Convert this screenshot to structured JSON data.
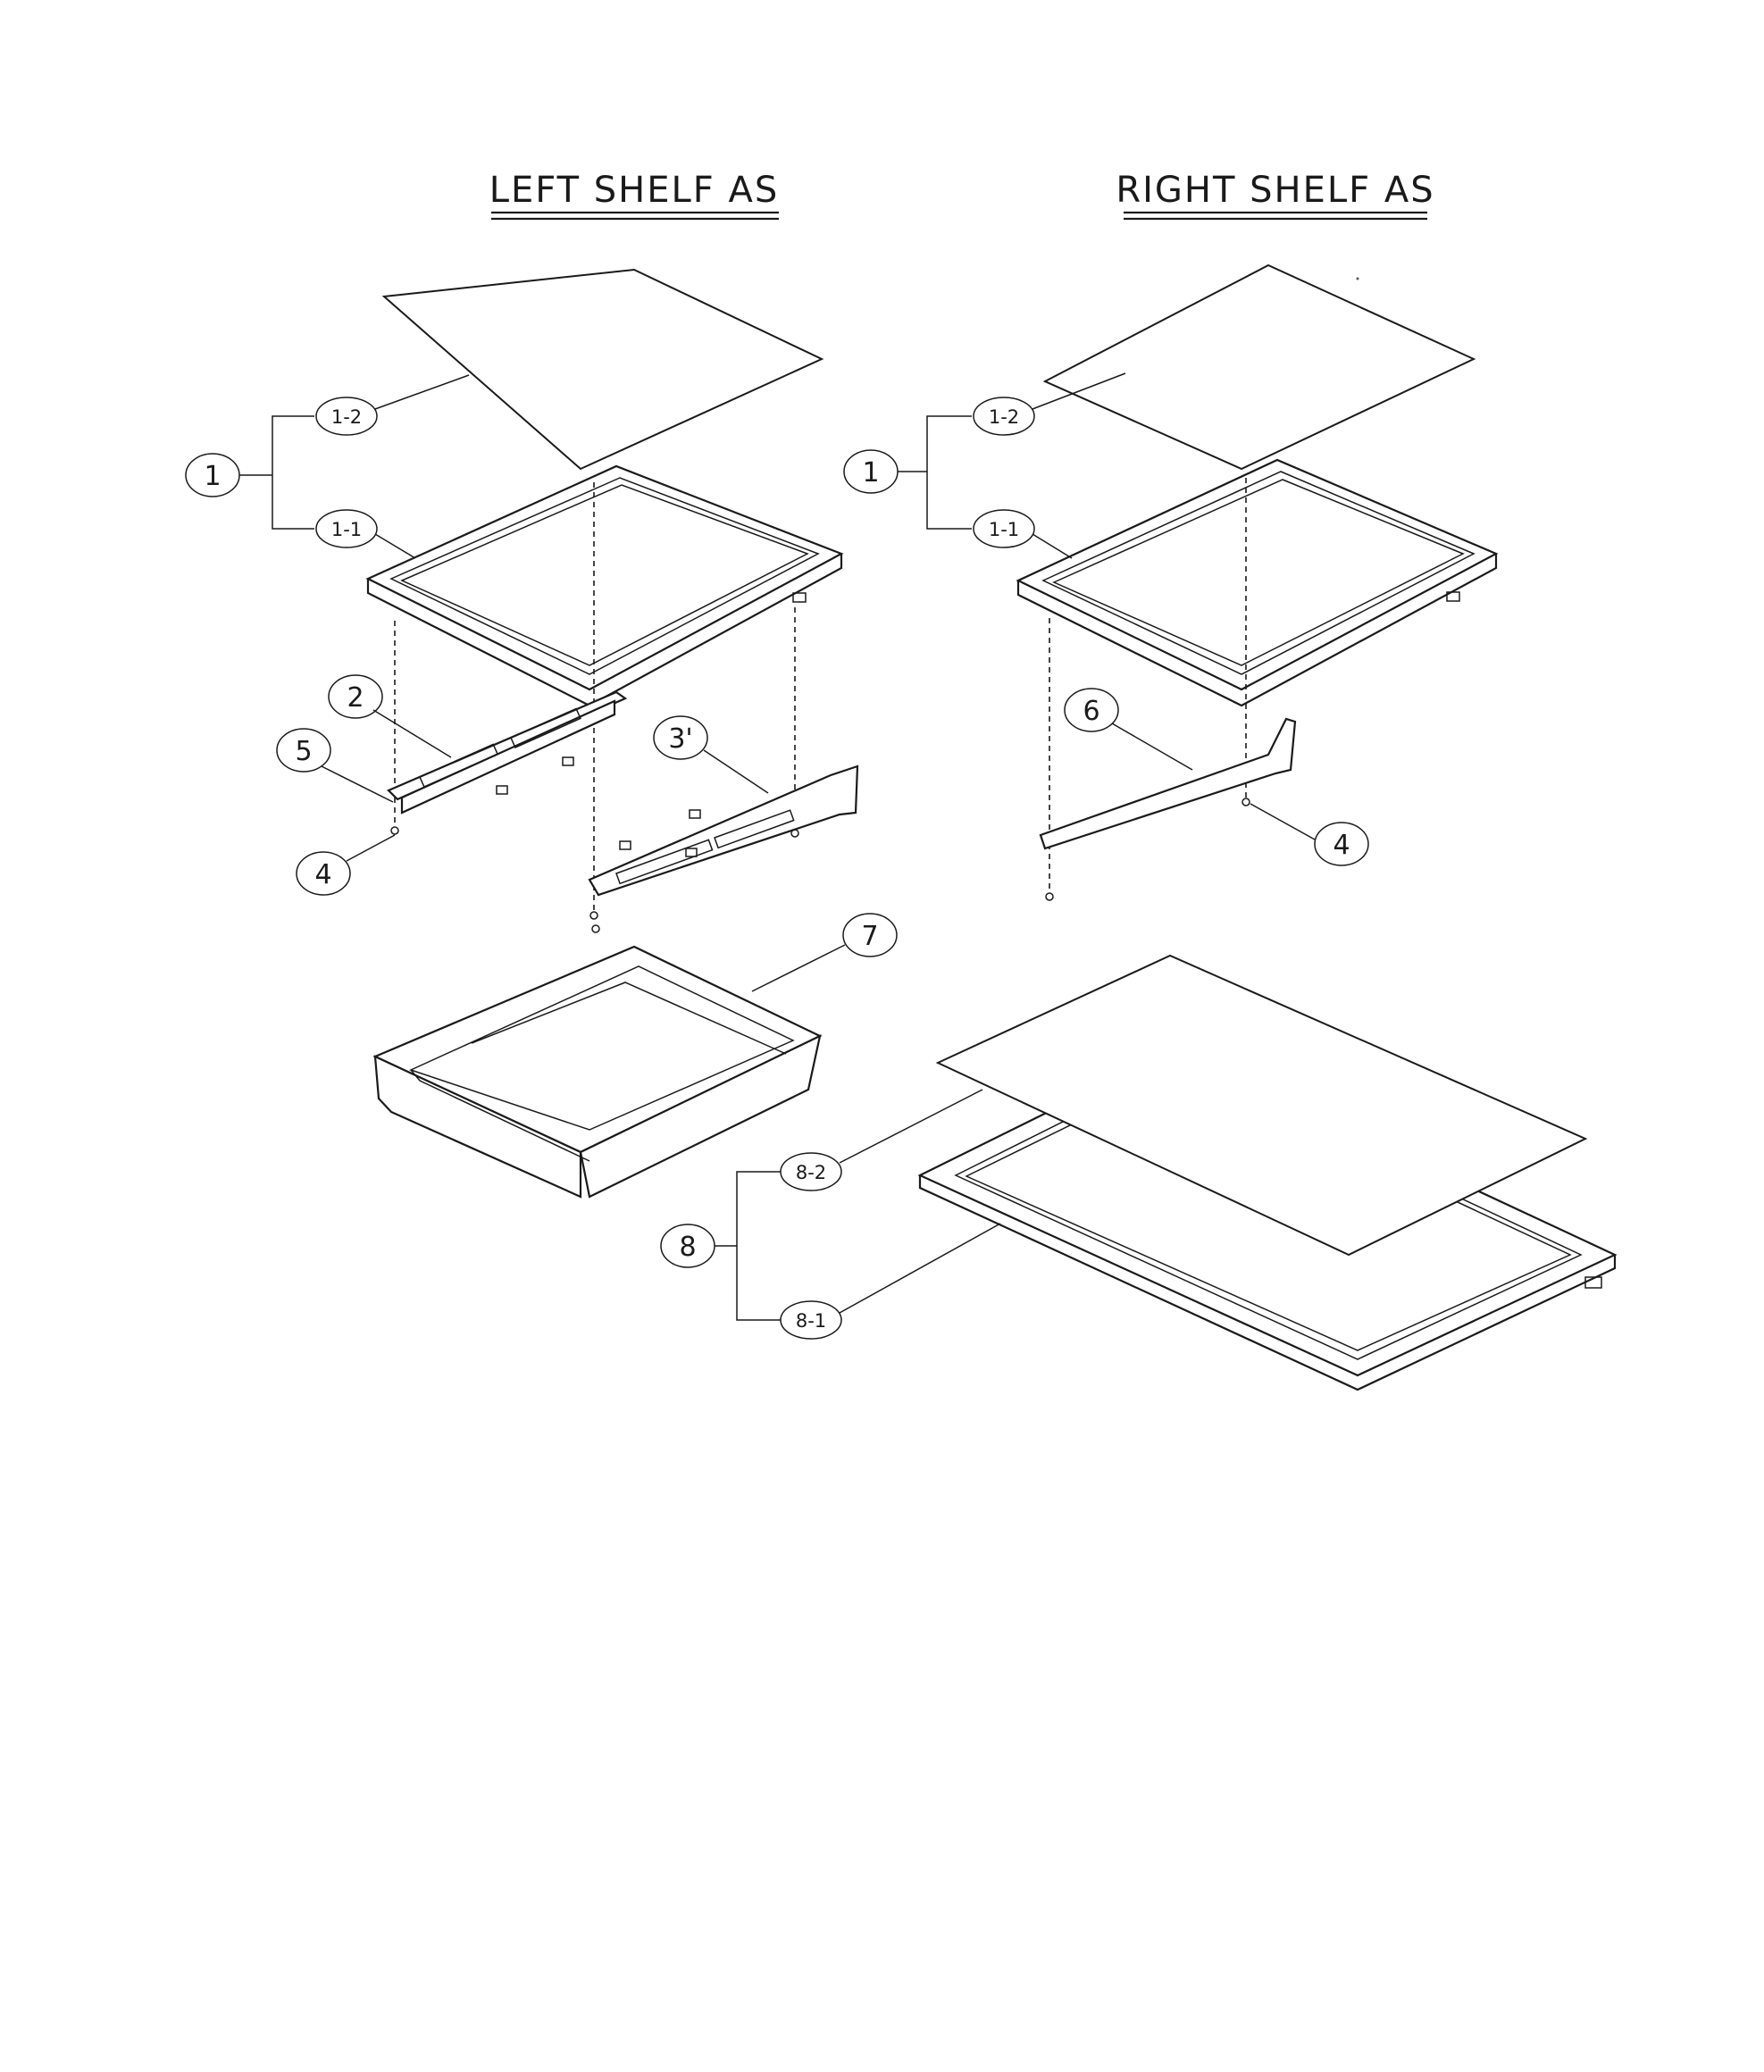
{
  "titles": {
    "left": "LEFT SHELF AS",
    "right": "RIGHT SHELF AS"
  },
  "callouts": {
    "left_1": "1",
    "left_1_1": "1-1",
    "left_1_2": "1-2",
    "left_2": "2",
    "left_3": "3'",
    "left_4": "4",
    "left_5": "5",
    "left_7": "7",
    "right_1": "1",
    "right_1_1": "1-1",
    "right_1_2": "1-2",
    "right_4": "4",
    "right_6": "6",
    "right_8": "8",
    "right_8_1": "8-1",
    "right_8_2": "8-2"
  }
}
